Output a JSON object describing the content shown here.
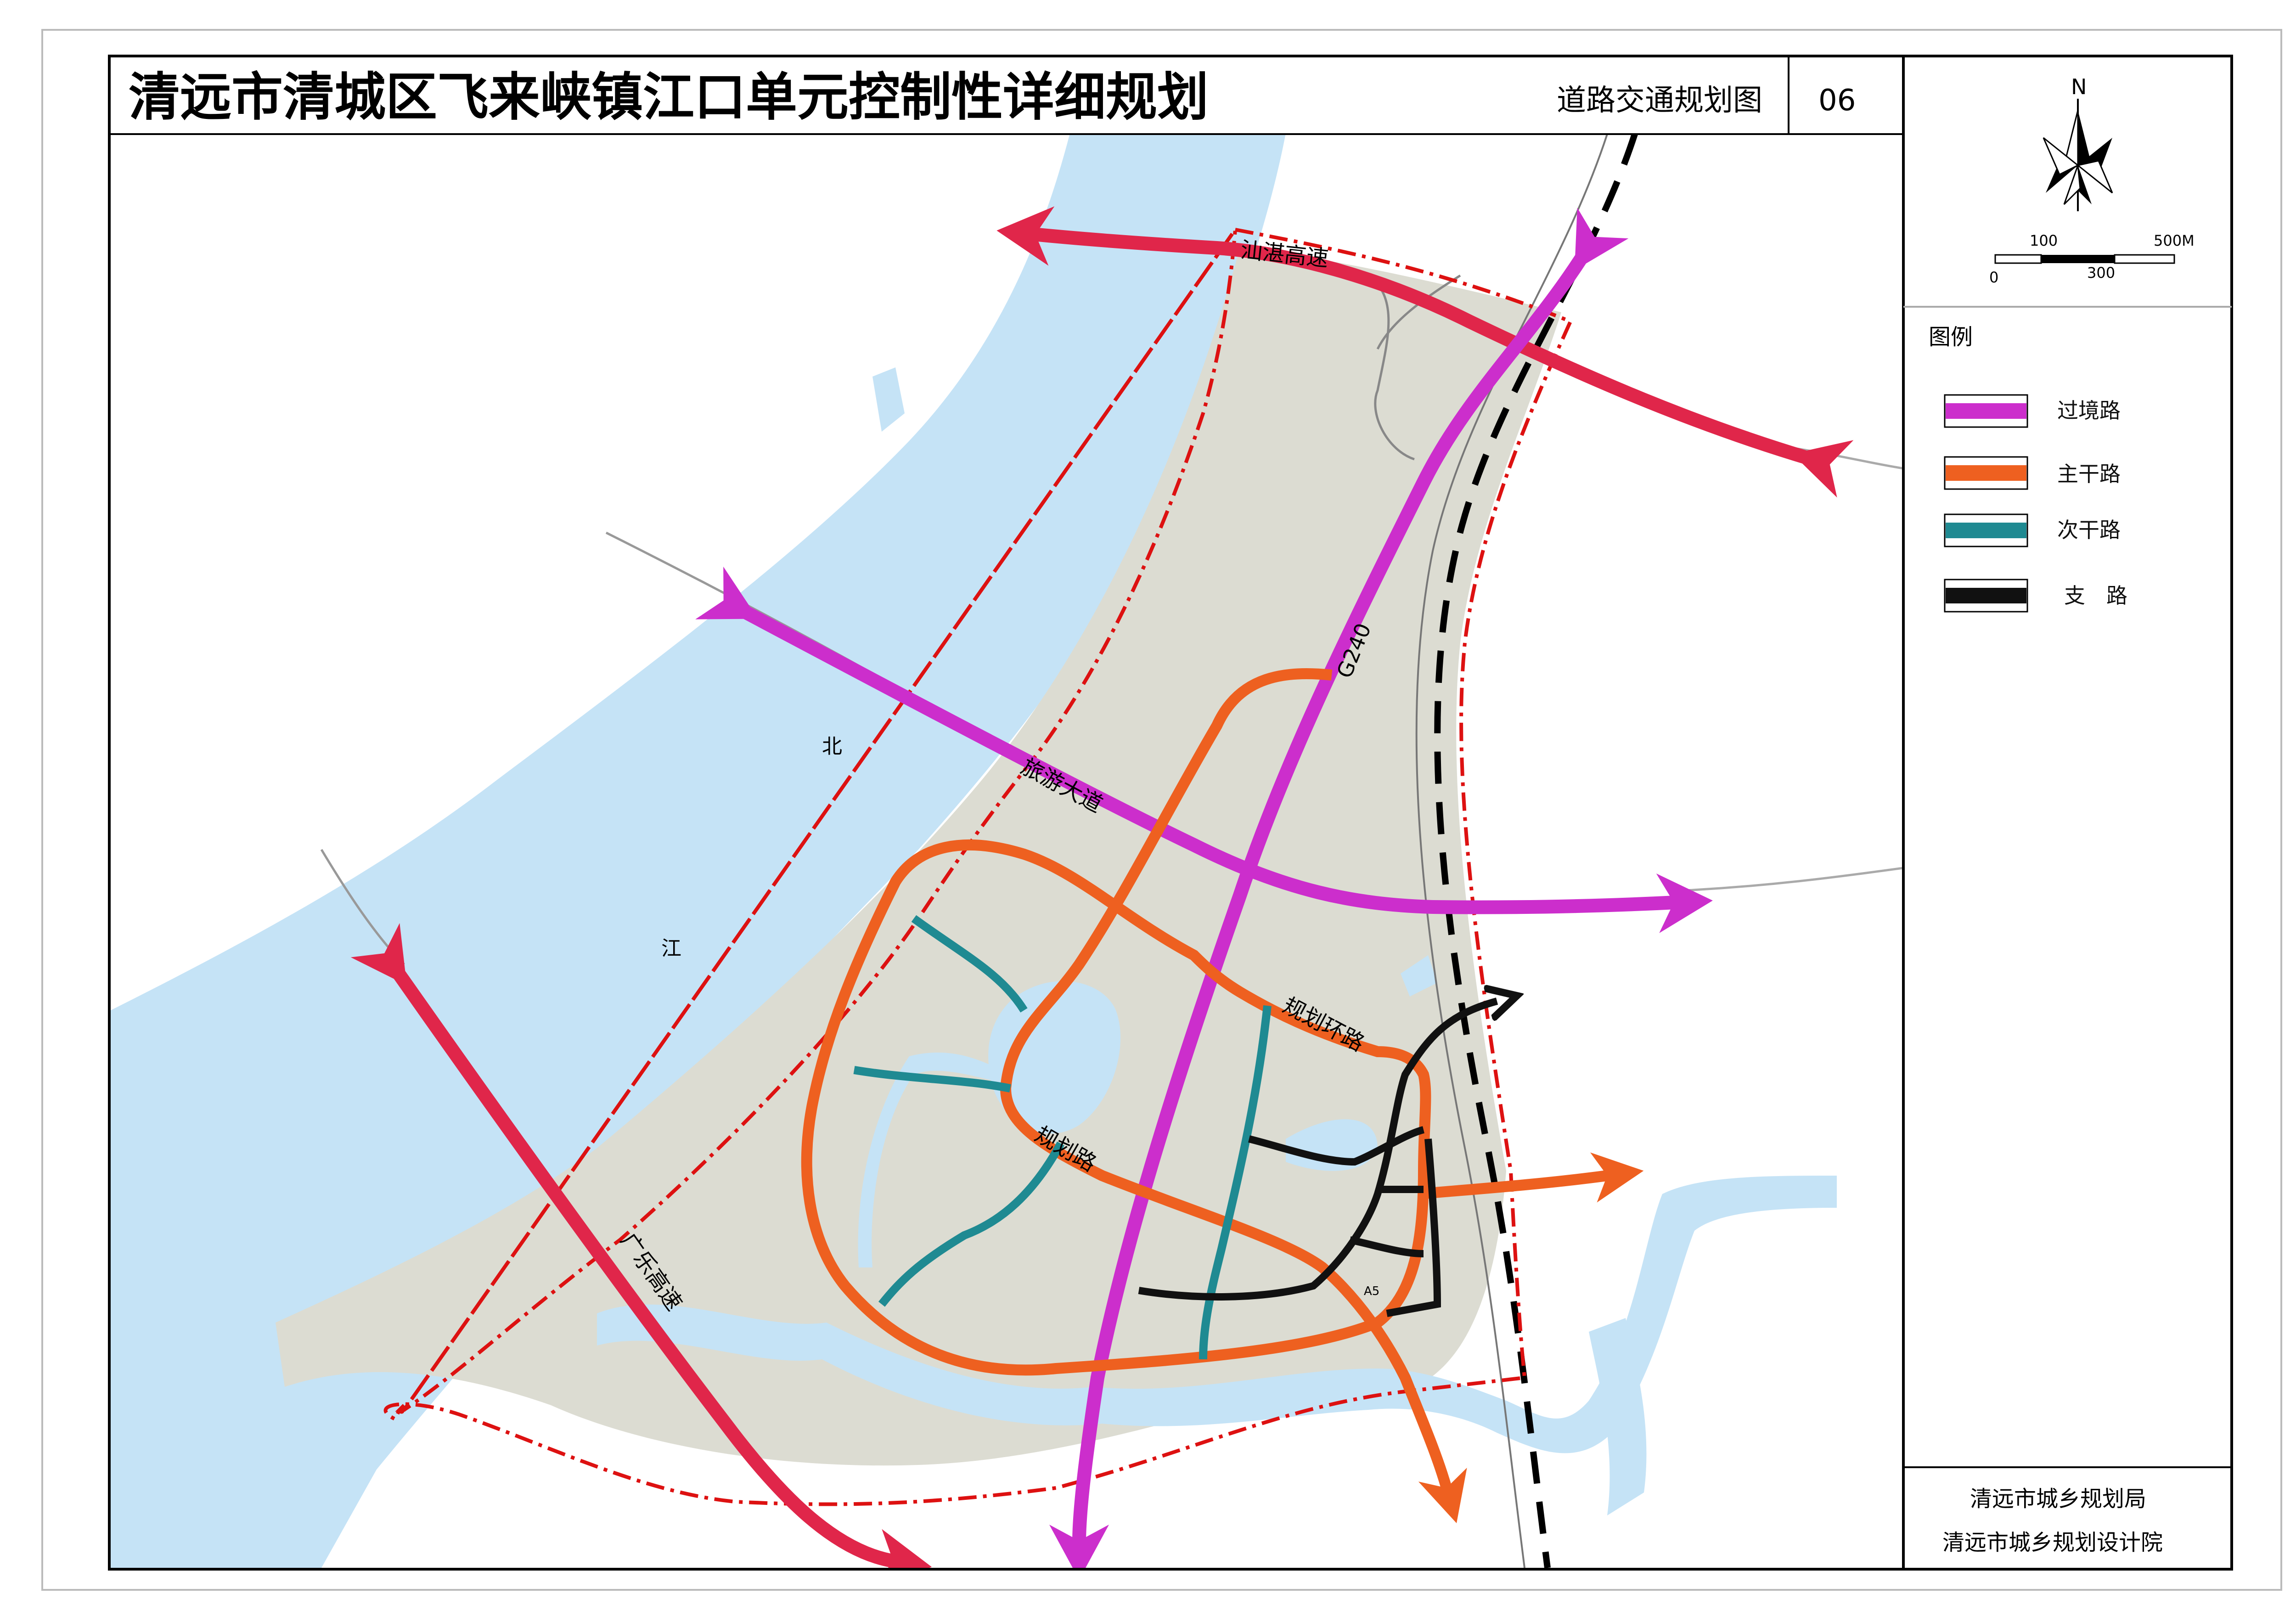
{
  "header": {
    "title": "清远市清城区飞来峡镇江口单元控制性详细规划",
    "subtitle": "道路交通规划图",
    "sheet_no": "06"
  },
  "compass": {
    "north": "N"
  },
  "scale": {
    "labels_top": [
      "100",
      "500M"
    ],
    "labels_bottom": [
      "0",
      "300"
    ]
  },
  "legend": {
    "title": "图例",
    "items": [
      {
        "label": "过境路",
        "color": "#cc2ecc"
      },
      {
        "label": "主干路",
        "color": "#ee6020"
      },
      {
        "label": "次干路",
        "color": "#1f8a92"
      },
      {
        "label": "支　路",
        "color": "#111111"
      }
    ]
  },
  "footer": {
    "org1": "清远市城乡规划局",
    "org2": "清远市城乡规划设计院"
  },
  "map_labels": {
    "expressway_north": "汕湛高速",
    "expressway_west": "广乐高速",
    "tourism_avenue": "旅游大道",
    "national_road": "G240",
    "ring_road": "规划环路",
    "planned_road": "规划路",
    "river_char1": "北",
    "river_char2": "江",
    "parcel": "A5"
  },
  "colors": {
    "water": "#c5e3f6",
    "land": "#dcdcd2",
    "expressway": "#e0264a",
    "transit": "#cc2ecc",
    "arterial": "#ee6020",
    "secondary": "#1f8a92",
    "branch": "#111111",
    "boundary": "#dd1111"
  }
}
